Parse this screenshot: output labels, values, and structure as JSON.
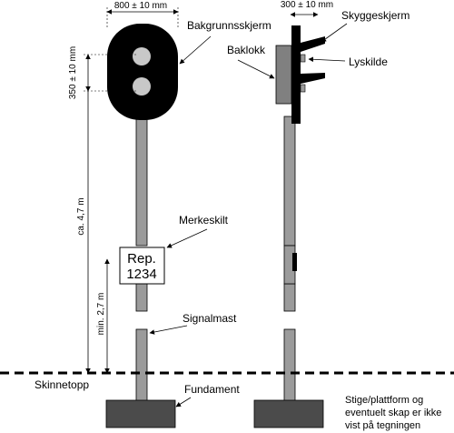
{
  "dimensions": {
    "width_top": "800 ± 10 mm",
    "width_side": "300 ± 10 mm",
    "height_head": "350 ± 10 mm",
    "height_total": "ca. 4,7 m",
    "height_min": "min. 2,7 m"
  },
  "labels": {
    "background_screen": "Bakgrunnsskjerm",
    "back_cover": "Baklokk",
    "shade": "Skyggeskjerm",
    "light_source": "Lyskilde",
    "marker_sign": "Merkeskilt",
    "signal_mast": "Signalmast",
    "rail_top": "Skinnetopp",
    "foundation": "Fundament"
  },
  "sign": {
    "line1": "Rep.",
    "line2": "1234"
  },
  "note": {
    "line1": "Stige/plattform og",
    "line2": "eventuelt skap er ikke",
    "line3": "vist på tegningen"
  },
  "colors": {
    "head": "#000000",
    "lamp": "#c8c8c8",
    "mast": "#9b9b9b",
    "foundation": "#4b4b4b",
    "back_cover": "#808080"
  }
}
